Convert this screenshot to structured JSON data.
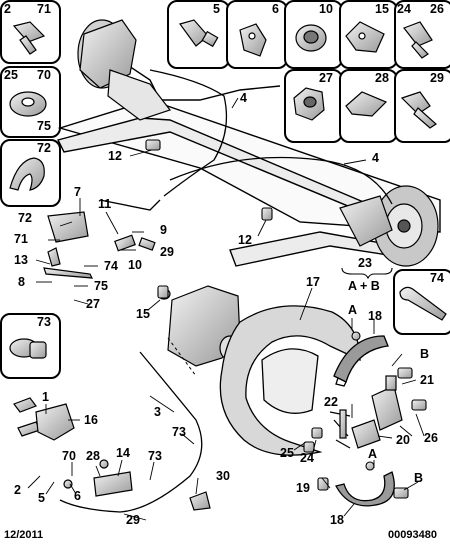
{
  "footer": {
    "date": "12/2011",
    "ref": "00093480"
  },
  "kit_box": {
    "num": "23",
    "label": "A + B"
  },
  "callouts": {
    "c2": "2",
    "c71": "71",
    "c5": "5",
    "c6": "6",
    "c10": "10",
    "c15": "15",
    "c24": "24",
    "c26": "26",
    "c25": "25",
    "c70": "70",
    "c75": "75",
    "c27": "27",
    "c28": "28",
    "c29": "29",
    "c72": "72",
    "c74": "74",
    "c73": "73",
    "d4a": "4",
    "d12a": "12",
    "d4b": "4",
    "d7": "7",
    "d11": "11",
    "d72": "72",
    "d9": "9",
    "d71": "71",
    "d29a": "29",
    "d10": "10",
    "d12b": "12",
    "d13": "13",
    "d74": "74",
    "d8": "8",
    "d75": "75",
    "d27": "27",
    "d15": "15",
    "d17": "17",
    "d18a": "18",
    "dA1": "A",
    "dB1": "B",
    "d21": "21",
    "d3": "3",
    "d1": "1",
    "d16": "16",
    "d73": "73",
    "d22": "22",
    "d20": "20",
    "d26": "26",
    "d25": "25",
    "d24": "24",
    "d2": "2",
    "d70": "70",
    "d28": "28",
    "d14": "14",
    "d73b": "73",
    "d30": "30",
    "d6": "6",
    "d5": "5",
    "d19": "19",
    "dA2": "A",
    "dB2": "B",
    "d29b": "29",
    "d18b": "18"
  },
  "colors": {
    "ink": "#000000",
    "part_fill": "#d9d9d9",
    "part_dark": "#8a8a8a"
  }
}
